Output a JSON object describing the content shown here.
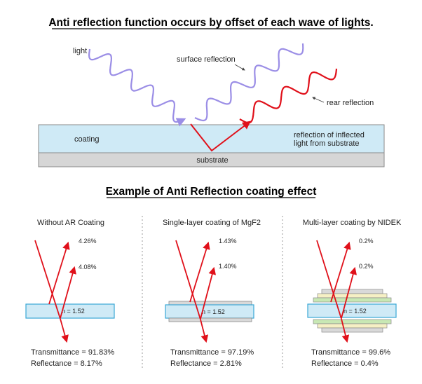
{
  "top": {
    "title": "Anti reflection function occurs by offset of each wave of lights.",
    "labels": {
      "light": "light",
      "surface_reflection": "surface reflection",
      "rear_reflection": "rear reflection",
      "coating": "coating",
      "inflected_line1": "reflection of inflected",
      "inflected_line2": "light from substrate",
      "substrate": "substrate"
    },
    "colors": {
      "light_wave": "#9b8ee6",
      "red": "#e0101a",
      "coating_fill": "#cfeaf6",
      "substrate_fill": "#d6d6d6"
    }
  },
  "bottom": {
    "title": "Example of Anti Reflection coating effect",
    "panels": [
      {
        "heading": "Without AR Coating",
        "refl_upper": "4.26%",
        "refl_lower": "4.08%",
        "index": "n = 1.52",
        "transmittance": "Transmittance = 91.83%",
        "reflectance": "Reflectance = 8.17%"
      },
      {
        "heading": "Single-layer coating of MgF2",
        "refl_upper": "1.43%",
        "refl_lower": "1.40%",
        "index": "n = 1.52",
        "transmittance": "Transmittance = 97.19%",
        "reflectance": "Reflectance = 2.81%"
      },
      {
        "heading": "Multi-layer coating by NIDEK",
        "refl_upper": "0.2%",
        "refl_lower": "0.2%",
        "index": "n = 1.52",
        "transmittance": "Transmittance = 99.6%",
        "reflectance": "Reflectance = 0.4%"
      }
    ]
  }
}
